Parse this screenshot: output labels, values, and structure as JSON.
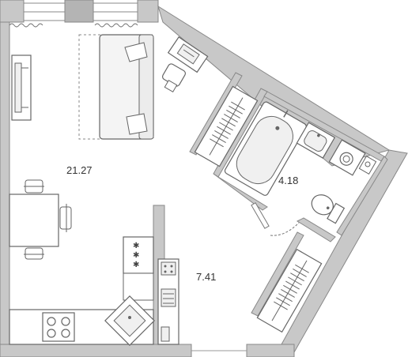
{
  "rooms": [
    {
      "id": "living",
      "area": "21.27"
    },
    {
      "id": "bathroom",
      "area": "4.18"
    },
    {
      "id": "hall",
      "area": "7.41"
    }
  ],
  "colors": {
    "wall": "#c8c8c8",
    "wall_dark": "#a9a9a9",
    "line": "#555555",
    "furniture_fill": "#f0f0f0",
    "background": "#ffffff"
  },
  "icons": [
    "sofa-icon",
    "desk-icon",
    "chair-icon",
    "tv-icon",
    "dining-table-icon",
    "bathtub-icon",
    "sink-icon",
    "washing-machine-icon",
    "toilet-icon",
    "wardrobe-icon",
    "stove-icon",
    "kitchen-sink-icon",
    "cooktop-icon",
    "shoe-rack-icon",
    "door-icon"
  ]
}
